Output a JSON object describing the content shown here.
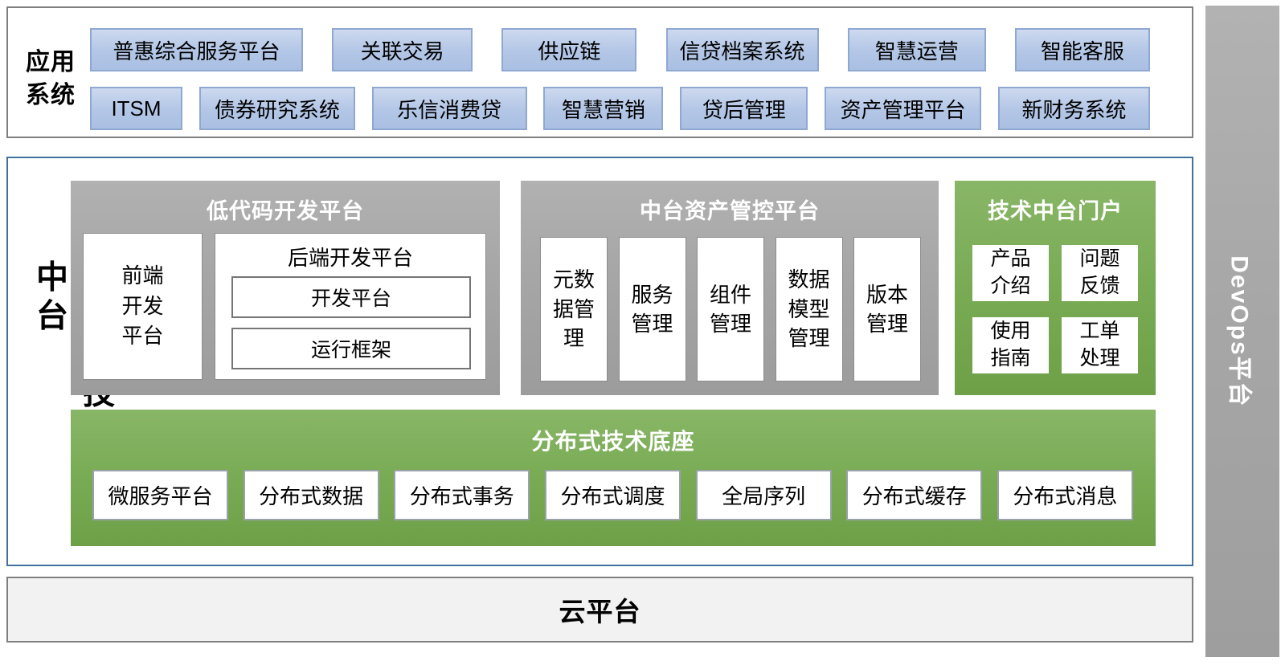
{
  "colors": {
    "blue_box_fill": "#b3c6e6",
    "blue_box_border": "#8fa8d2",
    "gray_panel": "#a7a7a7",
    "green_panel": "#79ab54",
    "mid_border": "#41719c",
    "outer_border": "#7f7f7f",
    "cloud_fill": "#f2f2f2",
    "devops_bar": "#a6a6a6"
  },
  "top": {
    "label": "应用系统",
    "row1": [
      "普惠综合服务平台",
      "关联交易",
      "供应链",
      "信贷档案系统",
      "智慧运营",
      "智能客服"
    ],
    "row2": [
      "ITSM",
      "债券研究系统",
      "乐信消费贷",
      "智慧营销",
      "贷后管理",
      "资产管理平台",
      "新财务系统"
    ]
  },
  "middle": {
    "label": "分布式技术中台",
    "low_code": {
      "title": "低代码开发平台",
      "frontend": "前端开发平台",
      "backend_title": "后端开发平台",
      "backend_items": [
        "开发平台",
        "运行框架"
      ]
    },
    "asset": {
      "title": "中台资产管控平台",
      "items": [
        "元数据管理",
        "服务管理",
        "组件管理",
        "数据模型管理",
        "版本管理"
      ]
    },
    "portal": {
      "title": "技术中台门户",
      "items": [
        "产品介绍",
        "问题反馈",
        "使用指南",
        "工单处理"
      ]
    },
    "base": {
      "title": "分布式技术底座",
      "items": [
        "微服务平台",
        "分布式数据",
        "分布式事务",
        "分布式调度",
        "全局序列",
        "分布式缓存",
        "分布式消息"
      ]
    }
  },
  "cloud": {
    "label": "云平台"
  },
  "devops": {
    "label": "DevOps平台"
  }
}
